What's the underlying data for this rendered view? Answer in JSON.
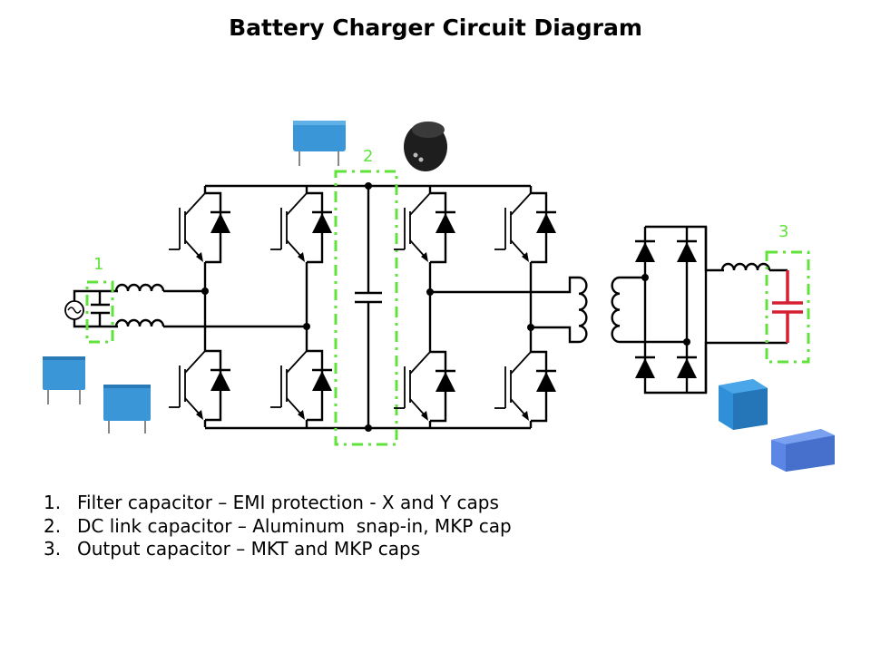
{
  "title": "Battery Charger Circuit Diagram",
  "colors": {
    "highlight_box": "#5fe33a",
    "output_capacitor": "#d62032",
    "wire": "#000000",
    "film_cap_blue": "#3a96d6",
    "electrolytic_cap": "#1e1e1e"
  },
  "callouts": [
    {
      "id": "1",
      "label": "1",
      "component": "Filter capacitor"
    },
    {
      "id": "2",
      "label": "2",
      "component": "DC link capacitor"
    },
    {
      "id": "3",
      "label": "3",
      "component": "Output capacitor"
    }
  ],
  "blocks": [
    {
      "name": "ac-source",
      "icon": "ac-source-icon"
    },
    {
      "name": "emi-filter",
      "icon": "capacitor-icon"
    },
    {
      "name": "input-inductors",
      "icon": "inductor-icon"
    },
    {
      "name": "pfc-bridge",
      "icon": "igbt-icon",
      "switches": 4
    },
    {
      "name": "dc-link",
      "icon": "capacitor-icon"
    },
    {
      "name": "full-bridge-inverter",
      "icon": "igbt-icon",
      "switches": 4
    },
    {
      "name": "transformer",
      "icon": "transformer-icon"
    },
    {
      "name": "rectifier-bridge",
      "icon": "diode-icon",
      "diodes": 4
    },
    {
      "name": "output-inductor",
      "icon": "inductor-icon"
    },
    {
      "name": "output-capacitor",
      "icon": "capacitor-icon"
    }
  ],
  "notes": [
    {
      "num": "1.",
      "text": "Filter capacitor – EMI protection - X and Y caps"
    },
    {
      "num": "2.",
      "text": "DC link capacitor – Aluminum  snap-in, MKP cap"
    },
    {
      "num": "3.",
      "text": "Output capacitor – MKT and MKP caps"
    }
  ]
}
